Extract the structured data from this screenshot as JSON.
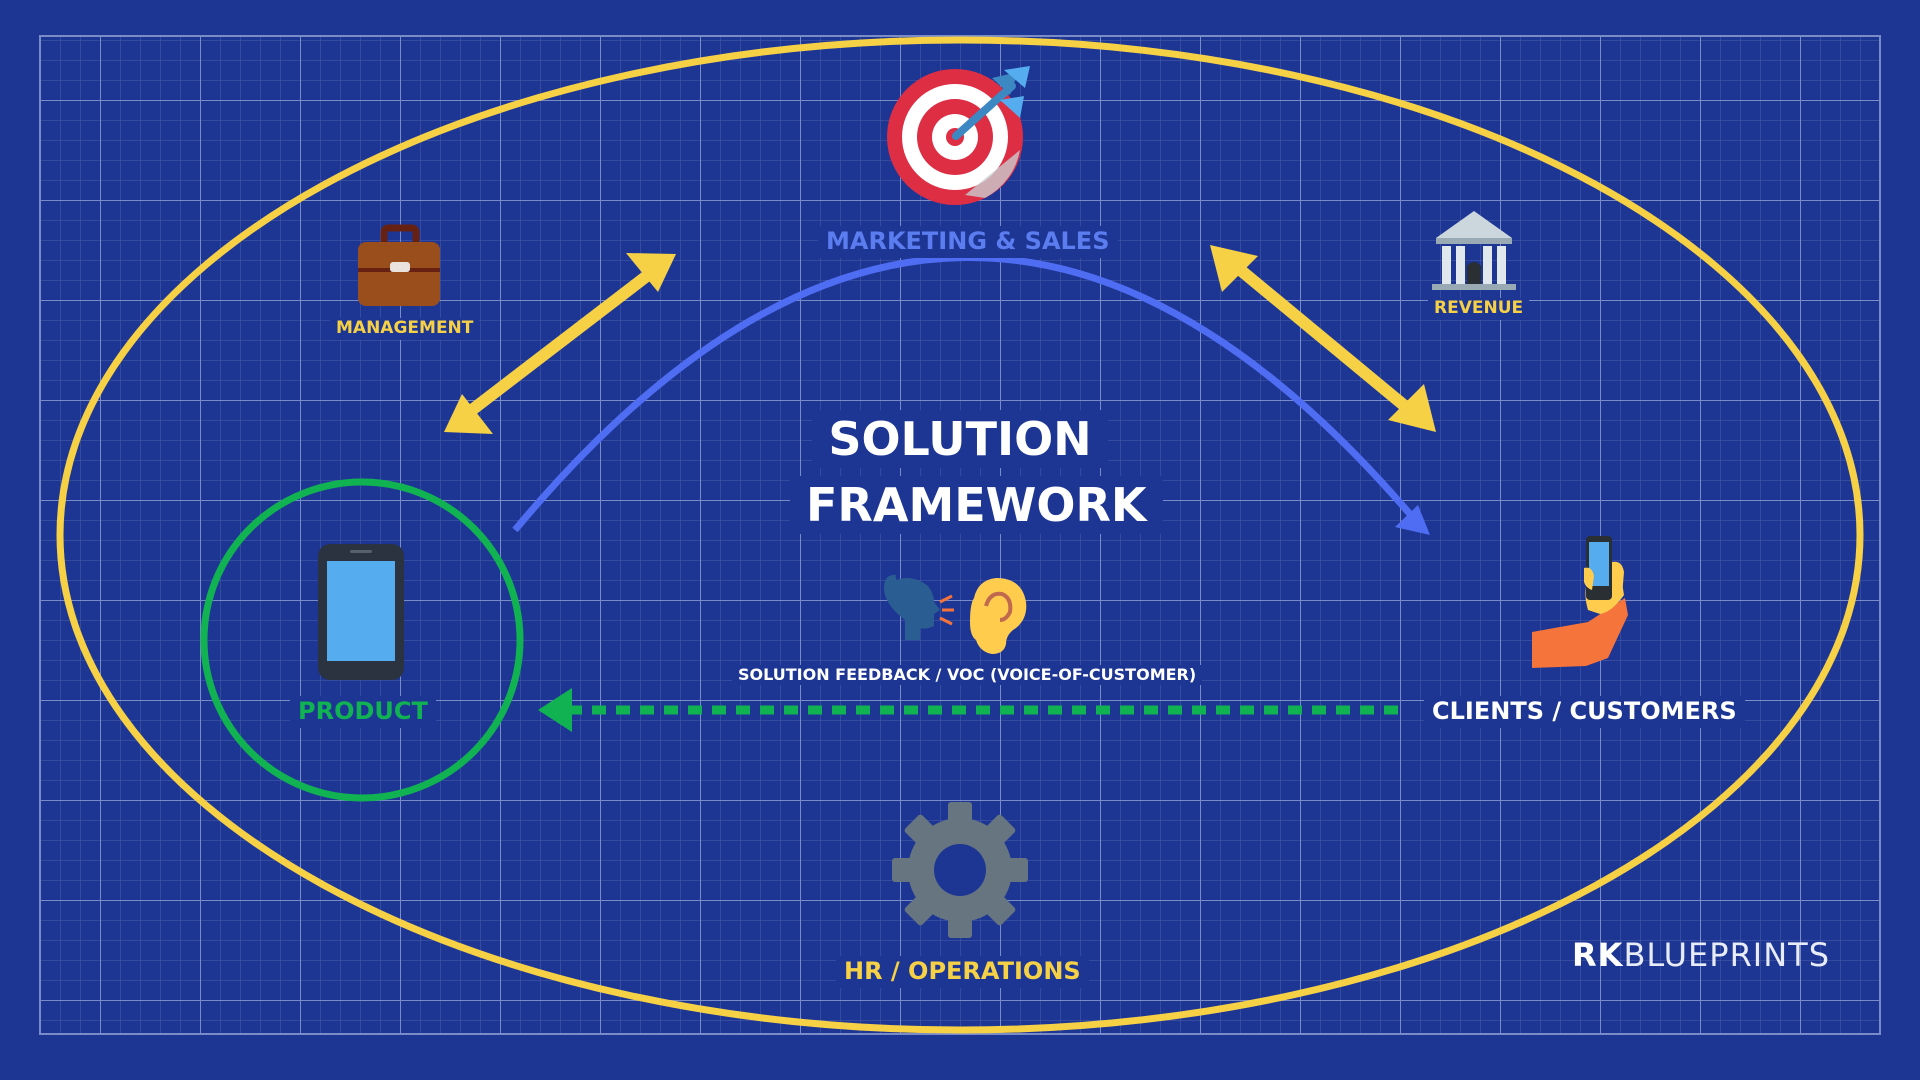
{
  "title": {
    "line1": "SOLUTION",
    "line2": "FRAMEWORK"
  },
  "nodes": {
    "marketing": {
      "label": "MARKETING & SALES",
      "icon": "target-dart-icon"
    },
    "management": {
      "label": "MANAGEMENT",
      "icon": "briefcase-icon"
    },
    "revenue": {
      "label": "REVENUE",
      "icon": "bank-building-icon"
    },
    "product": {
      "label": "PRODUCT",
      "icon": "smartphone-icon"
    },
    "clients": {
      "label": "CLIENTS / CUSTOMERS",
      "icon": "hand-holding-phone-icon"
    },
    "hr": {
      "label": "HR / OPERATIONS",
      "icon": "gear-icon"
    },
    "feedback": {
      "label": "SOLUTION FEEDBACK / VOC (VOICE-OF-CUSTOMER)",
      "icon": "speaking-head-ear-icon"
    }
  },
  "brand": {
    "bold": "RK",
    "thin": "BLUEPRINTS"
  },
  "colors": {
    "background": "#1e3693",
    "grid": "#5a6fb5",
    "ellipse": "#f7d145",
    "yellow_arrow": "#f7d145",
    "blue_arrow": "#4f6df2",
    "green": "#11b252",
    "label_yellow": "#f7d145",
    "label_blue": "#5b7df0",
    "label_white": "#ffffff"
  }
}
